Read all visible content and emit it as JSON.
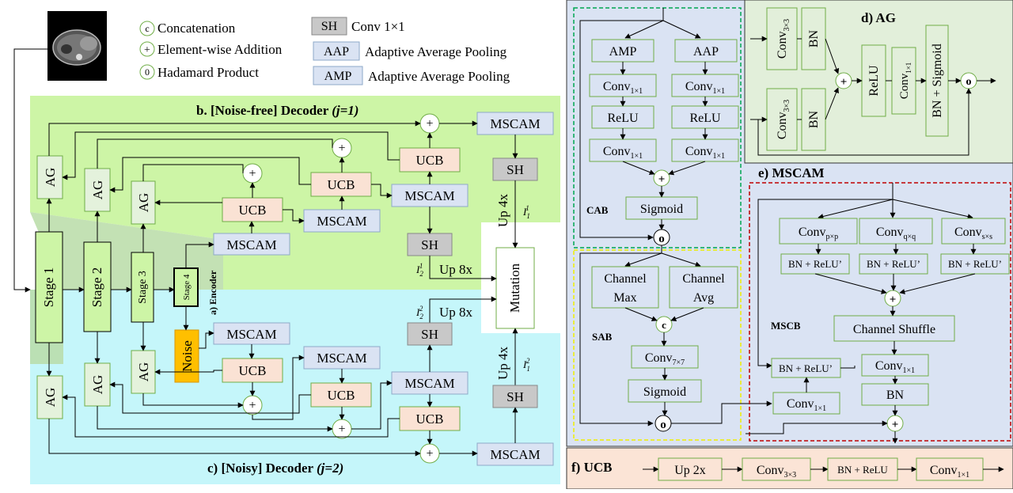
{
  "legend": {
    "concat_symbol": "c",
    "concat_label": "Concatenation",
    "add_symbol": "+",
    "add_label": "Element-wise Addition",
    "hadamard_symbol": "0",
    "hadamard_label": "Hadamard Product",
    "sh_box": "SH",
    "sh_label": "Conv 1×1",
    "aap_box": "AAP",
    "aap_label": "Adaptive Average Pooling",
    "amp_box": "AMP",
    "amp_label": "Adaptive Average Pooling"
  },
  "main": {
    "decoder1_title_a": "b. [Noise-free] Decoder",
    "decoder1_title_b": "(j=1)",
    "decoder2_title_a": "c) [Noisy]  Decoder",
    "decoder2_title_b": "(j=2)",
    "encoder_label": "a) Encoder",
    "stage1": "Stage 1",
    "stage2": "Stage 2",
    "stage3": "Stage  3",
    "stage4": "Stage 4",
    "noise": "Noise",
    "ag": "AG",
    "ucb": "UCB",
    "mscam": "MSCAM",
    "sh": "SH",
    "mutation": "Mutation",
    "up8x": "Up 8x",
    "up4x": "Up 4x",
    "i_symbol": "I"
  },
  "cab": {
    "label": "CAB",
    "amp": "AMP",
    "aap": "AAP",
    "conv": "Conv",
    "conv_sub": "1×1",
    "relu": "ReLU",
    "sigmoid": "Sigmoid",
    "plus": "+",
    "hadamard": "o"
  },
  "sab": {
    "label": "SAB",
    "chmax1": "Channel",
    "chmax2": "Max",
    "chavg1": "Channel",
    "chavg2": "Avg",
    "concat": "c",
    "conv": "Conv",
    "conv_sub": "7×7",
    "sigmoid": "Sigmoid",
    "hadamard": "o"
  },
  "ag_panel": {
    "title": "d) AG",
    "conv": "Conv",
    "conv_sub": "3×3",
    "bn": "BN",
    "relu": "ReLU",
    "conv1": "Conv",
    "conv1_sub": "1×1",
    "bnsig": "BN + Sigmoid",
    "plus": "+",
    "hadamard": "o"
  },
  "mscam_panel": {
    "title": "e) MSCAM",
    "mscb_label": "MSCB",
    "conv": "Conv",
    "conv_p": "p×p",
    "conv_q": "q×q",
    "conv_s": "s×s",
    "bnrelu": "BN + ReLU’",
    "channel_shuffle": "Channel Shuffle",
    "conv11": "Conv",
    "conv11_sub": "1×1",
    "bn": "BN",
    "plus": "+"
  },
  "ucb_panel": {
    "title": "f) UCB",
    "up": "Up 2x",
    "conv33": "Conv",
    "conv33_sub": "3×3",
    "bnrelu": "BN + ReLU",
    "conv11": "Conv",
    "conv11_sub": "1×1"
  },
  "colors": {
    "green_bg": "#cdf5a6",
    "cyan_bg": "#c5f6fa",
    "box_green_fill": "#e4f2dc",
    "box_green_stroke": "#70ad47",
    "ucb_fill": "#fae2d4",
    "mscam_fill": "#dae3f3",
    "sh_fill": "#c8c8c8",
    "noise_fill": "#ffbf00",
    "cab_bg": "#dae3f3",
    "ag_bg": "#e2efda",
    "ucb_bg": "#fbe4d6"
  }
}
